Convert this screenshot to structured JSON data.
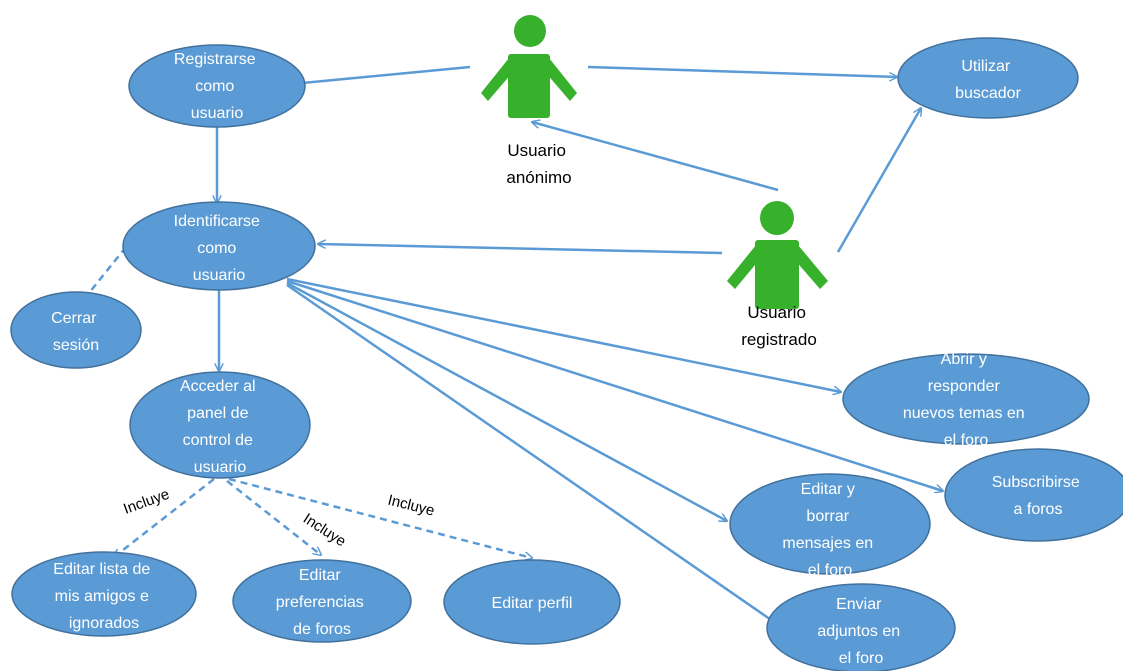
{
  "diagram": {
    "actors": {
      "anonymous": {
        "lines": [
          "Usuario",
          "anónimo"
        ]
      },
      "registered": {
        "lines": [
          "Usuario",
          "registrado"
        ]
      }
    },
    "use_cases": {
      "registrarse": {
        "lines": [
          "Registrarse",
          "como",
          "usuario"
        ]
      },
      "utilizar_buscador": {
        "lines": [
          "Utilizar",
          "buscador"
        ]
      },
      "identificarse": {
        "lines": [
          "Identificarse",
          "como",
          "usuario"
        ]
      },
      "cerrar_sesion": {
        "lines": [
          "Cerrar",
          "sesión"
        ]
      },
      "acceder_panel": {
        "lines": [
          "Acceder al",
          "panel de",
          "control de",
          "usuario"
        ]
      },
      "abrir_responder": {
        "lines": [
          "Abrir y",
          "responder",
          "nuevos temas en",
          "el foro"
        ]
      },
      "subscribirse": {
        "lines": [
          "Subscribirse",
          "a foros"
        ]
      },
      "editar_borrar": {
        "lines": [
          "Editar y",
          "borrar",
          "mensajes en",
          "el foro"
        ]
      },
      "enviar_adjuntos": {
        "lines": [
          "Enviar",
          "adjuntos en",
          "el foro"
        ]
      },
      "editar_lista": {
        "lines": [
          "Editar lista de",
          "mis amigos e",
          "ignorados"
        ]
      },
      "editar_preferencias": {
        "lines": [
          "Editar",
          "preferencias",
          "de foros"
        ]
      },
      "editar_perfil": {
        "lines": [
          "Editar perfil"
        ]
      }
    },
    "include_labels": {
      "lista": "Incluye",
      "preferencias": "Incluye",
      "perfil": "Incluye"
    },
    "colors": {
      "use_case_fill": "#5b9bd5",
      "use_case_stroke": "#41719c",
      "edge": "#5b9bd5",
      "actor": "#37b02c"
    }
  }
}
